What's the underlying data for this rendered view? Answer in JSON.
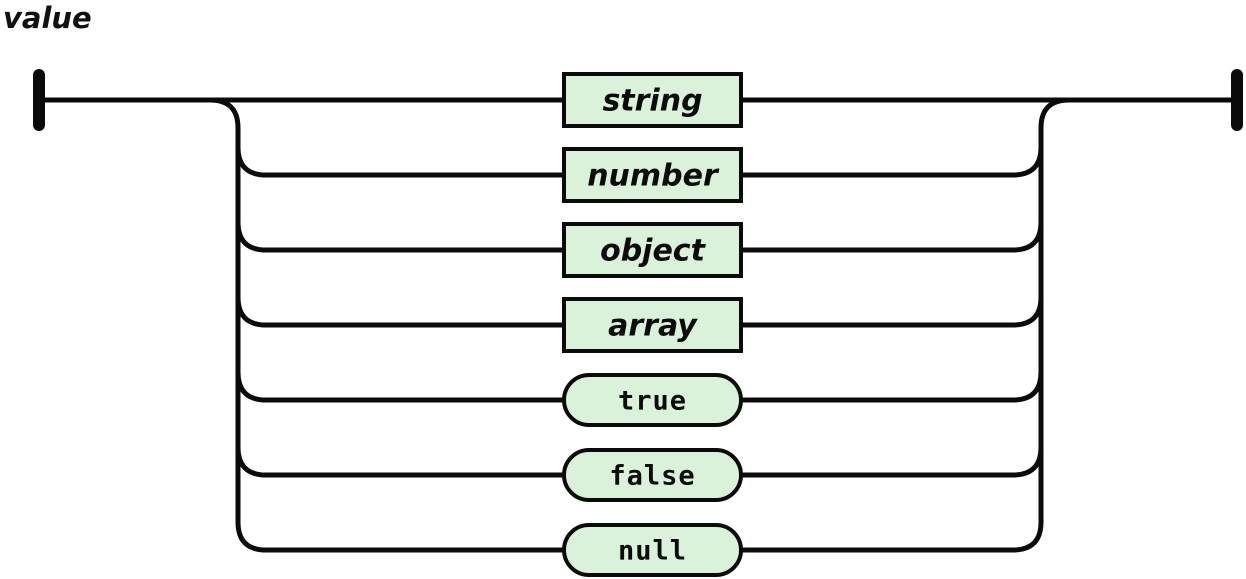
{
  "title": "value",
  "colors": {
    "background": "#ffffff",
    "line": "#0b0b0b",
    "box_fill": "#d9f2d9",
    "box_stroke": "#0b0b0b",
    "text": "#0b0b0b"
  },
  "diagram": {
    "type": "railroad",
    "rule_name": "value",
    "alternatives": [
      {
        "label": "string",
        "kind": "nonterminal"
      },
      {
        "label": "number",
        "kind": "nonterminal"
      },
      {
        "label": "object",
        "kind": "nonterminal"
      },
      {
        "label": "array",
        "kind": "nonterminal"
      },
      {
        "label": "true",
        "kind": "terminal"
      },
      {
        "label": "false",
        "kind": "terminal"
      },
      {
        "label": "null",
        "kind": "terminal"
      }
    ]
  }
}
